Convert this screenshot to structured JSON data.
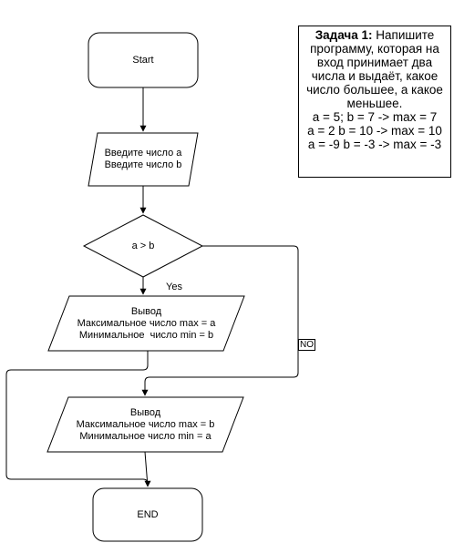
{
  "start": {
    "label": "Start"
  },
  "input": {
    "line1": "Введите число a",
    "line2": "Введите число b"
  },
  "decision": {
    "label": "a > b"
  },
  "output_yes": {
    "title": "Вывод",
    "line1": "Максимальное число max = a",
    "line2": "Минимальное  число min = b"
  },
  "output_no": {
    "title": "Вывод",
    "line1": "Максимальное число max = b",
    "line2": "Минимальное число min = a"
  },
  "end": {
    "label": "END"
  },
  "edges": {
    "yes": "Yes",
    "no": "NO"
  },
  "task": {
    "heading": "Задача 1:",
    "text_lines": [
      " Напишите",
      "программу, которая на",
      "вход принимает два",
      "числа и выдаёт, какое",
      "число большее, а какое",
      "меньшее."
    ],
    "examples": [
      "a = 5; b = 7 -> max = 7",
      "a = 2 b = 10 -> max = 10",
      "a = -9 b = -3 -> max = -3"
    ]
  }
}
